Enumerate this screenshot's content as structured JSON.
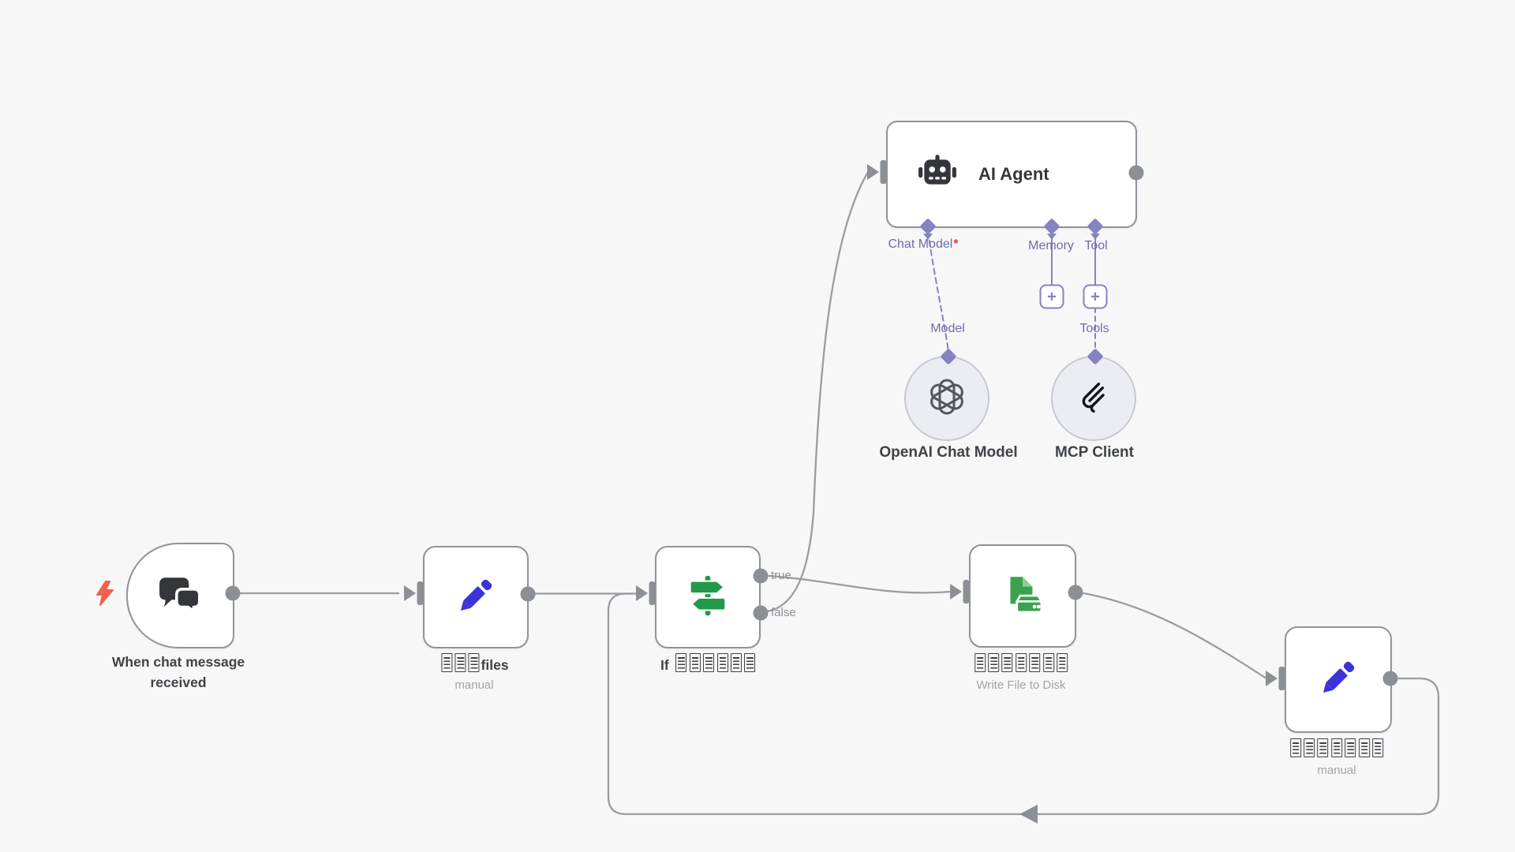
{
  "canvas": {
    "background": "#f7f7f8"
  },
  "colors": {
    "accent_purple": "#8583c1",
    "wire_gray": "#999da1",
    "node_border": "#8f939a",
    "icon_green": "#2b9c4d",
    "icon_blue": "#3b35d9",
    "trigger_bolt_red": "#f0614f",
    "required_red": "#e04040",
    "title_text": "#3f4247",
    "subtitle_text": "#a2a4a9"
  },
  "nodes": {
    "chat_trigger": {
      "title": "When chat message received",
      "icon": "chat-bubbles"
    },
    "edit_files": {
      "tofu_count": 3,
      "title": "files",
      "subtitle": "manual",
      "icon": "pencil"
    },
    "if_node": {
      "title": "If",
      "tofu_count": 6,
      "icon": "signpost"
    },
    "ai_agent": {
      "title": "AI Agent",
      "icon": "robot"
    },
    "write_file": {
      "tofu_count": 7,
      "subtitle": "Write File to Disk",
      "icon": "file-and-disk"
    },
    "edit_manual": {
      "tofu_count": 7,
      "subtitle": "manual",
      "icon": "pencil"
    },
    "openai_model": {
      "label": "OpenAI Chat Model",
      "icon": "openai-logo"
    },
    "mcp_client": {
      "label": "MCP Client",
      "icon": "mcp-logo"
    }
  },
  "agent_ports": {
    "chat_model": {
      "label": "Chat Model",
      "required": "*"
    },
    "memory": {
      "label": "Memory",
      "plus": "+"
    },
    "tool": {
      "label": "Tool",
      "plus": "+"
    },
    "model_endpoint": {
      "label": "Model"
    },
    "tools_endpoint": {
      "label": "Tools"
    }
  },
  "if_outputs": {
    "true": "true",
    "false": "false"
  }
}
